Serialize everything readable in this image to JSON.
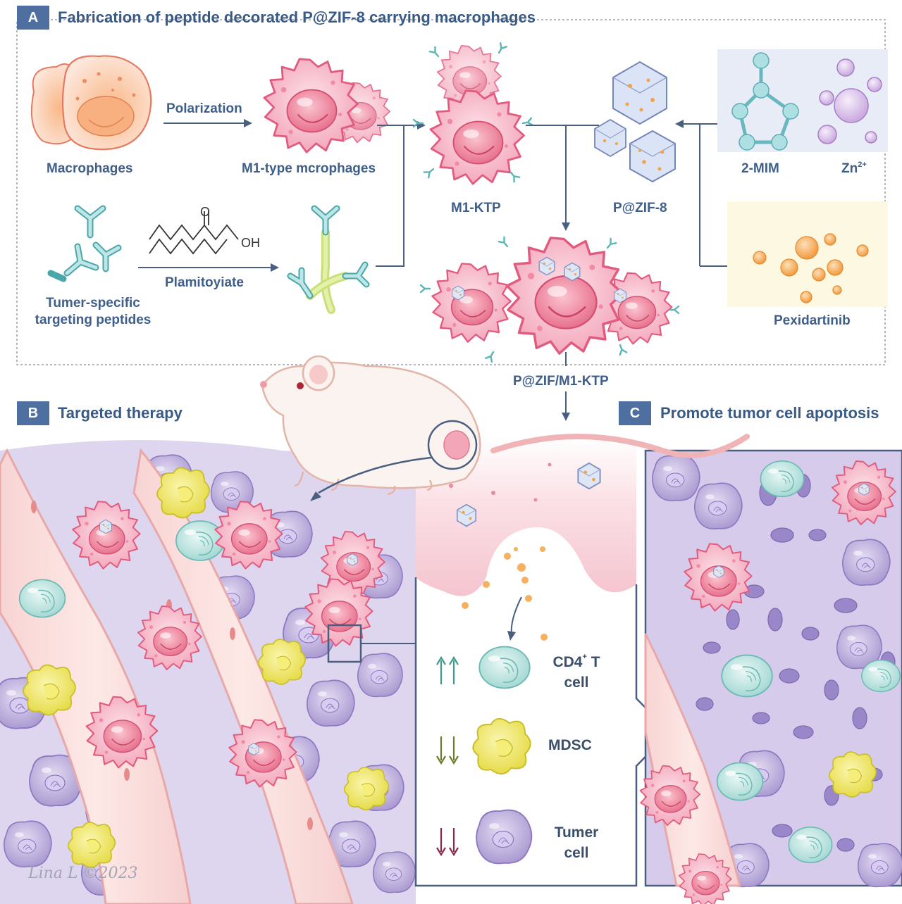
{
  "panel_a": {
    "badge": "A",
    "title": "Fabrication of peptide decorated P@ZIF-8 carrying macrophages",
    "labels": {
      "macrophages": "Macrophages",
      "polarization": "Polarization",
      "m1_macrophages": "M1-type mcrophages",
      "m1_ktp": "M1-KTP",
      "pzif8": "P@ZIF-8",
      "mim": "2-MIM",
      "zn": "Zn",
      "zn_sup": "2+",
      "peptides_line1": "Tumer-specific",
      "peptides_line2": "targeting peptides",
      "palmitoyiate": "Plamitoyiate",
      "oh": "OH",
      "o": "O",
      "pexidartinib": "Pexidartinib",
      "pzif_m1_ktp": "P@ZIF/M1-KTP"
    }
  },
  "panel_b": {
    "badge": "B",
    "title": "Targeted therapy"
  },
  "panel_c": {
    "badge": "C",
    "title": "Promote tumor cell apoptosis"
  },
  "legend": {
    "cd4_line1": "CD4",
    "cd4_sup": "+",
    "cd4_line1_tail": " T",
    "cd4_line2": "cell",
    "mdsc": "MDSC",
    "tumer_line1": "Tumer",
    "tumer_line2": "cell",
    "up_arrows": "↑↑",
    "down_arrows": "↓↓"
  },
  "signature": "Lina L ©2023",
  "colors": {
    "accent": "#4f6fa0",
    "macrophage_pink": "#f4a6b8",
    "tumor_purple": "#b9a8d8",
    "cd4_teal": "#bfe6e2",
    "mdsc_yellow": "#f2ea5a",
    "zif_blue": "#cfd9f0",
    "drug_orange": "#f6b060"
  }
}
